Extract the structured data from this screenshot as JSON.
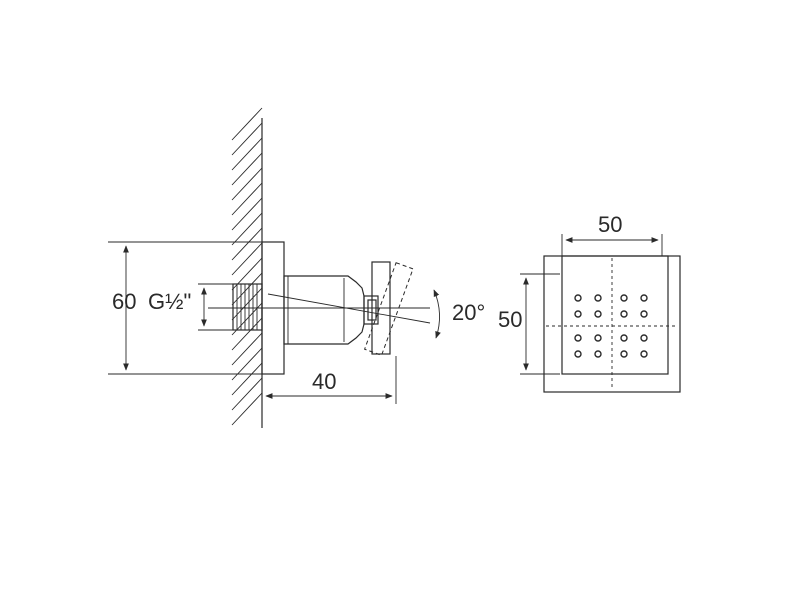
{
  "dimensions": {
    "height_left": "60",
    "thread": "G½\"",
    "depth": "40",
    "angle": "20°",
    "width_top": "50",
    "height_right": "50"
  },
  "colors": {
    "line": "#2a2a2a",
    "background": "#ffffff"
  }
}
